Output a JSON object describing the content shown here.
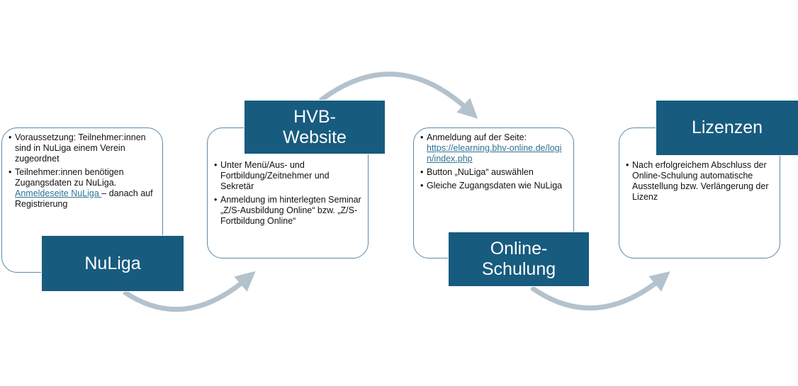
{
  "steps": [
    {
      "label": "NuLiga",
      "bullets": [
        "Voraussetzung: Teilnehmer:innen sind in NuLiga einem Verein zugeordnet",
        "Teilnehmer:innen benötigen Zugangsdaten zu NuLiga."
      ],
      "link": "Anmeldeseite NuLiga ",
      "link_suffix": "– danach auf Registrierung"
    },
    {
      "label": "HVB-Website",
      "bullets": [
        "Unter Menü/Aus- und Fortbildung/Zeitnehmer und Sekretär",
        "Anmeldung im hinterlegten Seminar „Z/S-Ausbildung Online“ bzw. „Z/S-Fortbildung Online“"
      ]
    },
    {
      "label": "Online-Schulung",
      "bullet_prefix": "Anmeldung auf der Seite:",
      "link": "https://elearning.bhv-online.de/login/index.php",
      "bullets": [
        "Button „NuLiga“ auswählen",
        "Gleiche Zugangsdaten wie NuLiga"
      ]
    },
    {
      "label": "Lizenzen",
      "bullets": [
        "Nach erfolgreichem Abschluss der Online-Schulung automatische Ausstellung bzw. Verlängerung der Lizenz"
      ]
    }
  ],
  "colors": {
    "label_fill": "#175b7e",
    "border": "#5b8aa6",
    "arrow": "#b3c2cc"
  }
}
